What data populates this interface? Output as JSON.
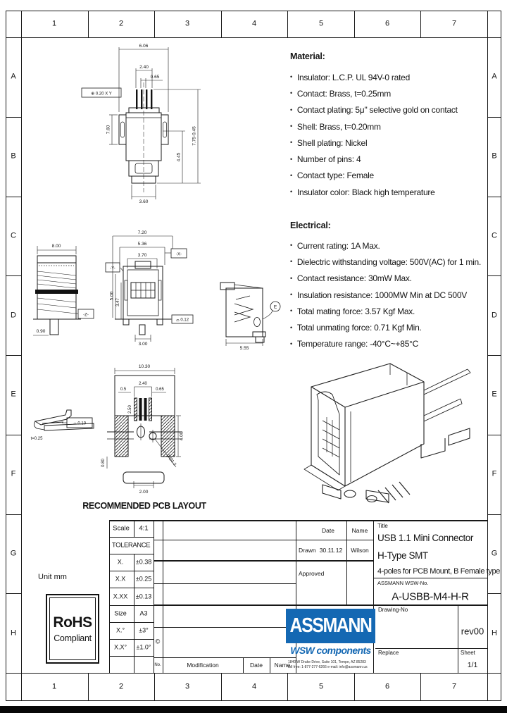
{
  "border": {
    "columns": [
      "1",
      "2",
      "3",
      "4",
      "5",
      "6",
      "7"
    ],
    "rows": [
      "A",
      "B",
      "C",
      "D",
      "E",
      "F",
      "G",
      "H"
    ]
  },
  "specs": {
    "bullet": "•",
    "material_heading": "Material:",
    "material_items": [
      "Insulator: L.C.P. UL 94V-0 rated",
      "Contact: Brass, t=0.25mm",
      "Contact plating: 5μ\" selective gold on contact",
      "Shell: Brass, t=0.20mm",
      "Shell plating: Nickel",
      "Number of pins: 4",
      "Contact type: Female",
      "Insulator color: Black high temperature"
    ],
    "electrical_heading": "Electrical:",
    "electrical_items": [
      "Current rating: 1A Max.",
      "Dielectric withstanding voltage: 500V(AC) for 1 min.",
      "Contact resistance: 30mW Max.",
      "Insulation resistance: 1000MW Min at DC 500V",
      "Total mating force: 3.57 Kgf Max.",
      "Total unmating force: 0.71 Kgf Min.",
      "Temperature range: -40°C~+85°C"
    ]
  },
  "notes": {
    "unit": "Unit mm",
    "pcb_layout_title": "RECOMMENDED PCB LAYOUT"
  },
  "rohs": {
    "line1": "RoHS",
    "line2": "Compliant"
  },
  "dims": {
    "top_view": {
      "overall_width": "6.06",
      "pin_group": "2.40",
      "pin_pitch": "0.65",
      "left_height": "7.60",
      "right_height": "7.75-0.45",
      "inner_height": "4.45",
      "bottom_width": "3.60",
      "datum": "⊕ 0.20 X Y"
    },
    "side_left": {
      "height": "8.00",
      "foot": "0.90",
      "datum_z": "-Z-"
    },
    "front": {
      "outer_width": "7.20",
      "shell_width": "5.36",
      "inner_width": "3.70",
      "datum_x": "-X-",
      "datum_y": "-Y-",
      "left_height": "5.00",
      "inner_height": "3.47",
      "bottom_width": "3.00",
      "flatness": "⌓ 0.12"
    },
    "side_right": {
      "depth": "5.55",
      "detail": "E"
    },
    "pcb": {
      "overall_width": "10.30",
      "pad_width": "0.5",
      "pad_group": "2.40",
      "pad_pitch": "0.65",
      "pad_height": "2.50",
      "right_height": "4.00",
      "left_offset": "0.80",
      "bottom_width": "2.00",
      "holes": "2-Ø1.2"
    },
    "detail": {
      "flatness": "⌓ 0.10",
      "thickness": "t=0.25"
    }
  },
  "titleblock": {
    "scale_label": "Scale",
    "scale_value": "4:1",
    "tolerance_label": "TOLERANCE",
    "tolerances": [
      [
        "X.",
        "±0.38"
      ],
      [
        "X.X",
        "±0.25"
      ],
      [
        "X.XX",
        "±0.13"
      ],
      [
        "Size",
        "A3"
      ],
      [
        "X.°",
        "±3°"
      ],
      [
        "X.X°",
        "±1.0°"
      ]
    ],
    "copyright": "©",
    "rev_table": {
      "no": "No.",
      "modification": "Modification",
      "date": "Date",
      "name": "Name"
    },
    "sign": {
      "date_label": "Date",
      "name_label": "Name",
      "drawn_label": "Drawn",
      "drawn_date": "30.11.12",
      "drawn_name": "Wilson",
      "approved_label": "Approved"
    },
    "title_label": "Title",
    "title_line1": "USB 1.1 Mini Connector",
    "title_line2": "H-Type SMT",
    "title_line3": "4-poles for PCB Mount, B Female type",
    "partno_label": "ASSMANN WSW-No.",
    "partno": "A-USBB-M4-H-R",
    "drawing_no_label": "Drawing-No",
    "revision": "rev00",
    "replace_label": "Replace",
    "sheet_label": "Sheet",
    "sheet_value": "1/1",
    "logo": {
      "brand": "ASSMANN",
      "sub": "WSW components",
      "address1": "1840 W Drake Drive, Suite 101, Tempe, AZ 85283",
      "address2": "toll free: 1-877-277-6266  e-mail: info@assmann.us",
      "blue": "#1468b3"
    }
  }
}
